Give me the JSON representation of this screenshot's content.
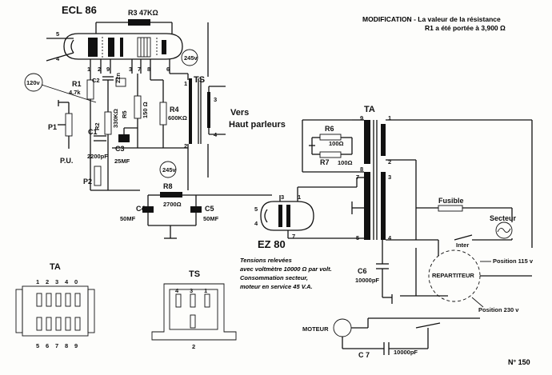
{
  "tube_ecl86": "ECL 86",
  "tube_ez80": "EZ 80",
  "r3": "R3 47KΩ",
  "r1": "R1",
  "r1_val": "4,7k",
  "r2": "R2",
  "r2_val": "330KΩ",
  "c2": "C2",
  "c2_val": "22n",
  "r5": "R5",
  "r5_val": "150 Ω",
  "r4": "R4",
  "r4_val": "600KΩ",
  "c1": "C1",
  "c1_val": "2200pF",
  "c3": "C3",
  "c3_val": "25MF",
  "p1": "P1",
  "p2": "P2",
  "pu": "P.U.",
  "v120": "120v",
  "v245_top": "245v",
  "v245_mid": "245v",
  "ts": "TS",
  "vers": "Vers",
  "haut": "Haut parleurs",
  "r8": "R8",
  "r8_val": "2700Ω",
  "c4": "C4",
  "c4_val": "50MF",
  "c5": "C5",
  "c5_val": "50MF",
  "ta": "TA",
  "r6": "R6",
  "r6_val": "100Ω",
  "r7": "R7",
  "r7_val": "100Ω",
  "c6": "C6",
  "c6_val": "10000pF",
  "c7": "C 7",
  "c7_val": "10000pF",
  "fusible": "Fusible",
  "secteur": "Secteur",
  "inter": "Inter",
  "repartiteur": "REPARTITEUR",
  "pos115": "Position 115 v",
  "pos230": "Position 230 v",
  "moteur": "MOTEUR",
  "mod_title": "MODIFICATION",
  "mod_line1": "- La valeur de la résistance",
  "mod_line2": "R1 a été portée à 3,900 Ω",
  "note1": "Tensions relevées",
  "note2": "avec voltmètre 10000 Ω par volt.",
  "note3": "Consommation secteur,",
  "note4": "moteur en service 45 V.A.",
  "ta_box_title": "TA",
  "ta_top_pins": [
    "1",
    "2",
    "3",
    "4",
    "0"
  ],
  "ta_bottom_pins": [
    "5",
    "6",
    "7",
    "8",
    "9"
  ],
  "ts_box_title": "TS",
  "ts_top_pins": [
    "4",
    "3",
    "1"
  ],
  "ts_bottom_pin": "2",
  "sheet_no": "N° 150",
  "pin_labels": {
    "p5": "5",
    "p4": "4",
    "p1": "1",
    "p2": "2",
    "p9": "9",
    "p3": "3",
    "p7": "7",
    "p8": "8",
    "p6": "6",
    "ts1": "1",
    "ts2": "2",
    "ts3": "3",
    "ts4": "4",
    "ta9": "9",
    "ta1": "1",
    "ta2": "2",
    "ta8": "8",
    "ta7": "7",
    "ta3": "3",
    "ta5": "5",
    "ta4": "4",
    "ez3": "3",
    "ez1": "1",
    "ez5": "5",
    "ez4": "4",
    "ez7": "7"
  }
}
